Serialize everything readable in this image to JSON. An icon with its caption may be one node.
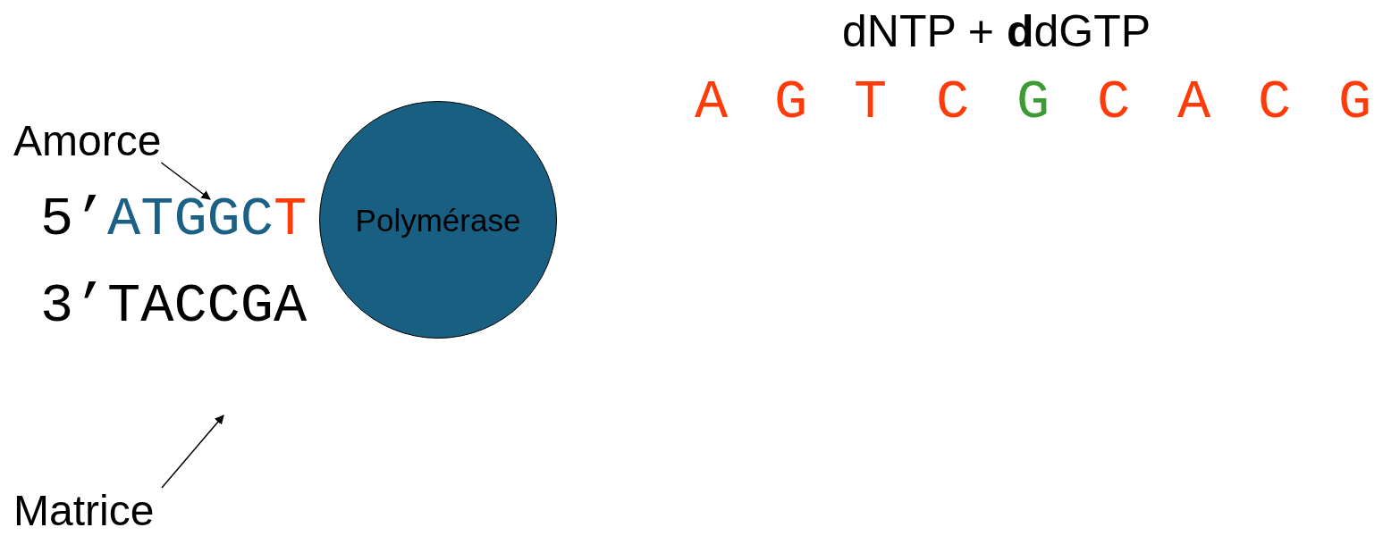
{
  "diagram": {
    "nodes": [
      {
        "text": [
          "Amorce"
        ]
      },
      {
        "text": [
          "ATGGC"
        ]
      },
      {
        "text": [
          "Polymérase"
        ]
      },
      {
        "text": [
          "Matrice"
        ]
      }
    ],
    "edges": [
      {
        "from": 0,
        "to": 1,
        "arrow": "to"
      },
      {
        "from": 3,
        "to": null,
        "arrow": "to"
      }
    ],
    "labels": [
      "dNTP + **d**dGTP",
      "A",
      "G",
      "T",
      "C",
      "G",
      "C",
      "A",
      "C",
      "G",
      "5’",
      "T",
      "3’",
      "TACCGA"
    ]
  }
}
